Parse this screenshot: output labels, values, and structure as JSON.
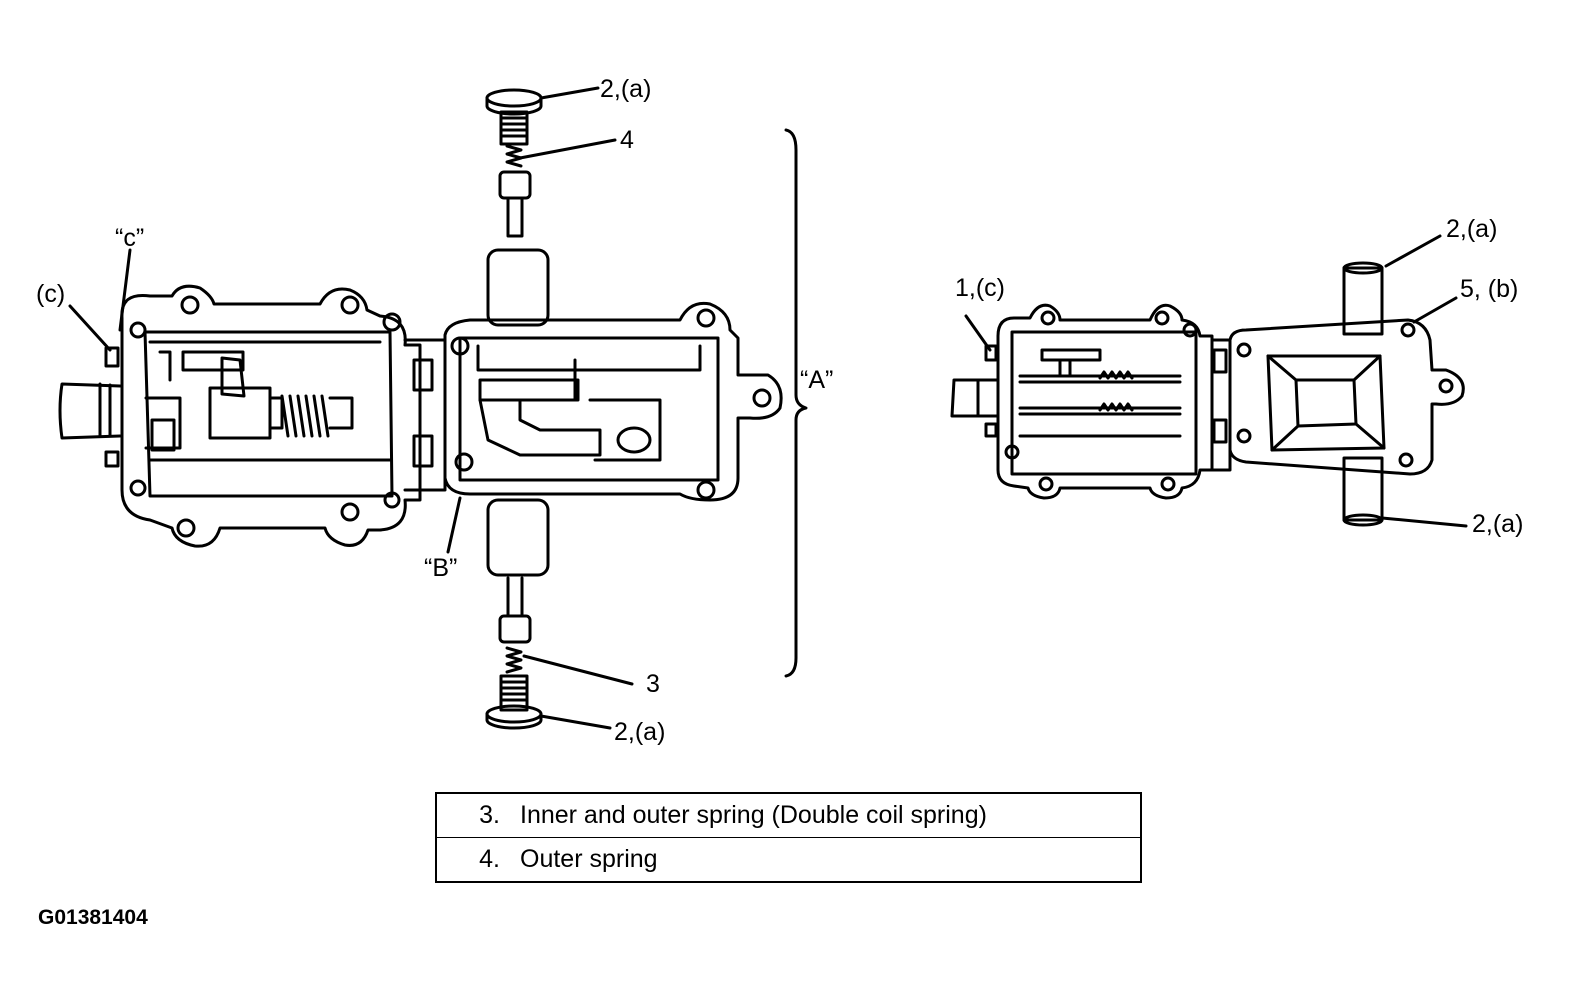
{
  "labels": {
    "left_top_bolt": "2,(a)",
    "outer_spring": "4",
    "quote_c": "“c”",
    "paren_c": "(c)",
    "bracket_a": "“A”",
    "quote_b": "“B”",
    "inner_spring": "3",
    "left_bottom_bolt": "2,(a)",
    "right_item1": "1,(c)",
    "right_top_bolt": "2,(a)",
    "right_item5": "5, (b)",
    "right_bottom_bolt": "2,(a)"
  },
  "legend": [
    {
      "num": "3.",
      "text": "Inner and outer spring (Double coil spring)"
    },
    {
      "num": "4.",
      "text": "Outer spring"
    }
  ],
  "figure_id": "G01381404"
}
